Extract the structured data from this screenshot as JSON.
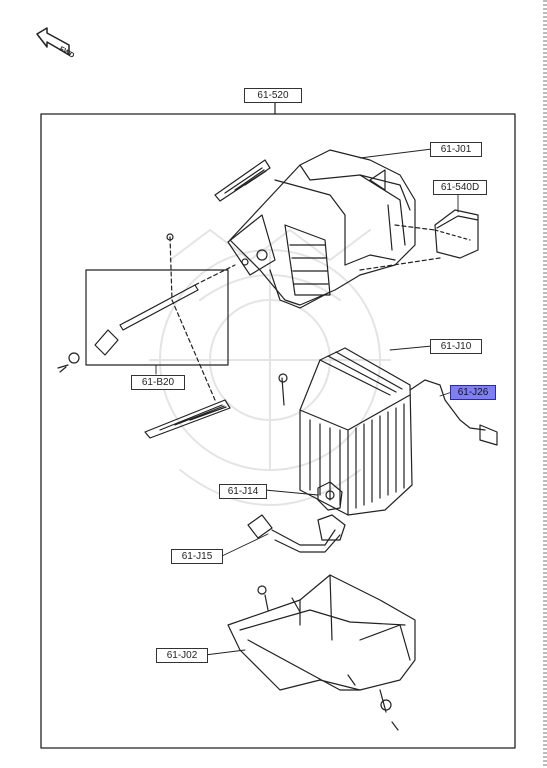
{
  "direction_marker": {
    "text": "FWD",
    "icon": "forward-arrow-icon"
  },
  "callouts": {
    "assembly": "61-520",
    "case_upper": "61-J01",
    "module": "61-540D",
    "evaporator": "61-J10",
    "harness": "61-J26",
    "linkage": "61-B20",
    "block": "61-J14",
    "valve": "61-J15",
    "case_lower": "61-J02"
  },
  "highlight": {
    "selected_callout": "61-J26",
    "color": "#7f7ff2"
  }
}
